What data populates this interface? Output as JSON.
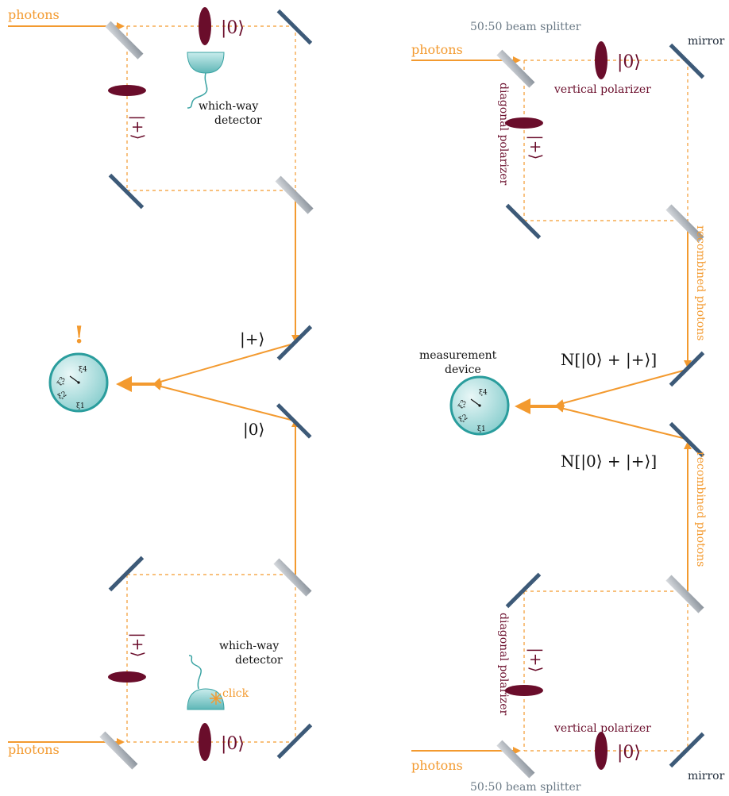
{
  "colors": {
    "beam": "#f39a2f",
    "polarizer": "#6a0d2b",
    "mirror": "#3d5a78",
    "splitter": "#a9afb6",
    "device": "#86cfcf",
    "text_dark": "#111111"
  },
  "left_panel": {
    "top": {
      "source_label": "photons",
      "state_top": "|0⟩",
      "state_side": "|+⟩",
      "detector_label_line1": "which-way",
      "detector_label_line2": "detector"
    },
    "bottom": {
      "source_label": "photons",
      "state_bottom": "|0⟩",
      "state_side": "|+⟩",
      "detector_label_line1": "which-way",
      "detector_label_line2": "detector",
      "click_label": "click"
    },
    "output_upper": "|+⟩",
    "output_lower": "|0⟩",
    "alert": "!",
    "dial_marks": [
      "ξ4",
      "ξ3",
      "ξ2",
      "ξ1"
    ]
  },
  "right_panel": {
    "top": {
      "source_label": "photons",
      "splitter_label": "50:50 beam splitter",
      "mirror_label": "mirror",
      "vertical_polarizer_label": "vertical polarizer",
      "diagonal_polarizer_label": "diagonal polarizer",
      "state_top": "|0⟩",
      "state_side": "|+⟩",
      "recombined_label": "recombined photons",
      "combined_state": "N[|0⟩ + |+⟩]"
    },
    "bottom": {
      "source_label": "photons",
      "splitter_label": "50:50 beam splitter",
      "mirror_label": "mirror",
      "vertical_polarizer_label": "vertical polarizer",
      "diagonal_polarizer_label": "diagonal polarizer",
      "state_bottom": "|0⟩",
      "state_side": "|+⟩",
      "recombined_label": "recombined photons",
      "combined_state": "N[|0⟩ + |+⟩]"
    },
    "device_label_line1": "measurement",
    "device_label_line2": "device",
    "dial_marks": [
      "ξ4",
      "ξ3",
      "ξ2",
      "ξ1"
    ]
  }
}
